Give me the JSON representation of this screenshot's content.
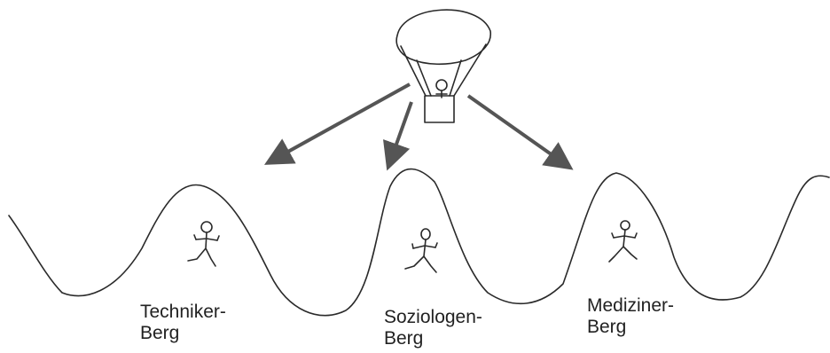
{
  "labels": {
    "techniker": {
      "line1": "Techniker-",
      "line2": "Berg"
    },
    "soziologen": {
      "line1": "Soziologen-",
      "line2": "Berg"
    },
    "mediziner": {
      "line1": "Mediziner-",
      "line2": "Berg"
    }
  },
  "colors": {
    "ink": "#2a2a2a",
    "arrow": "#555555",
    "background": "#ffffff"
  }
}
